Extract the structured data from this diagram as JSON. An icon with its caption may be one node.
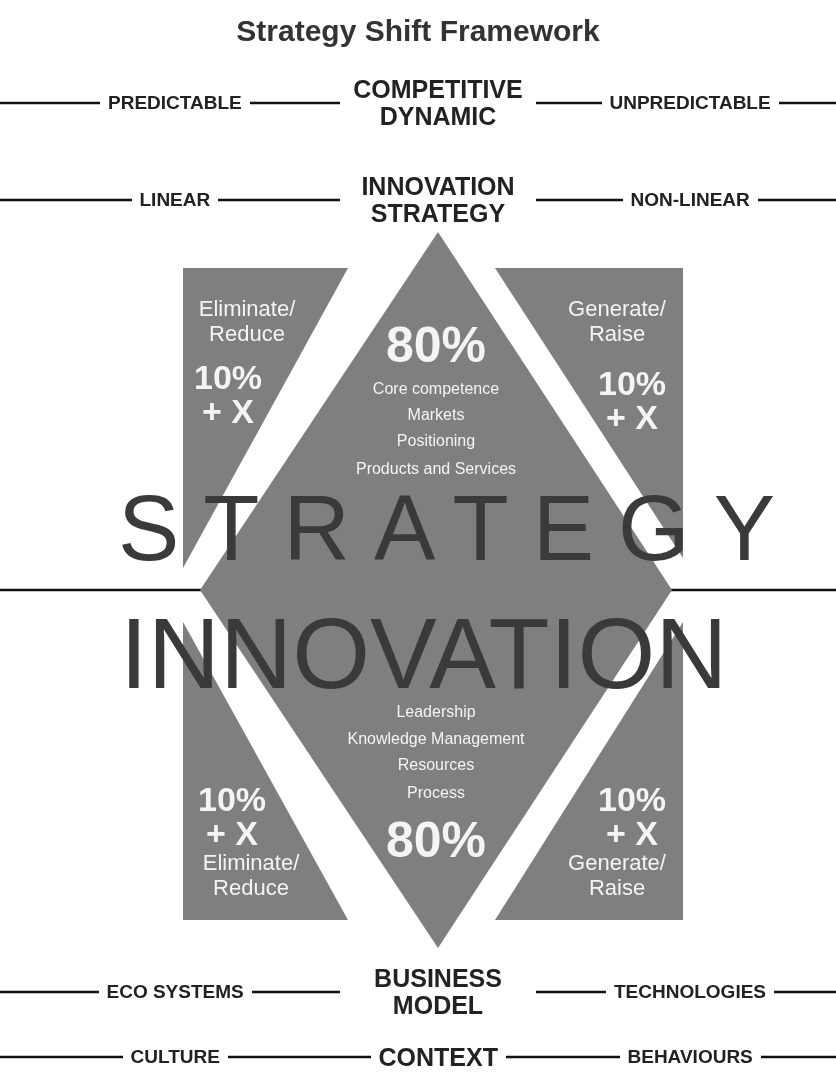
{
  "diagram": {
    "title": "Strategy Shift Framework",
    "nodes": [
      {
        "text": [
          "Eliminate/ Reduce",
          "10% + X"
        ]
      },
      {
        "text": [
          "80%",
          "Core competence",
          "Markets",
          "Positioning",
          "Products and Services"
        ]
      },
      {
        "text": [
          "Generate/ Raise",
          "10% + X"
        ]
      },
      {
        "text": [
          "10% + X",
          "Eliminate/ Reduce"
        ]
      },
      {
        "text": [
          "Leadership",
          "Knowledge Management",
          "Resources",
          "Process",
          "80%"
        ]
      },
      {
        "text": [
          "10% + X",
          "Generate/ Raise"
        ]
      }
    ],
    "edges": [],
    "labels": [
      "PREDICTABLE",
      "COMPETITIVE DYNAMIC",
      "UNPREDICTABLE",
      "LINEAR",
      "INNOVATION STRATEGY",
      "NON-LINEAR",
      "STRATEGY",
      "INNOVATION",
      "ECO SYSTEMS",
      "BUSINESS MODEL",
      "TECHNOLOGIES",
      "CULTURE",
      "CONTEXT",
      "BEHAVIOURS"
    ]
  }
}
